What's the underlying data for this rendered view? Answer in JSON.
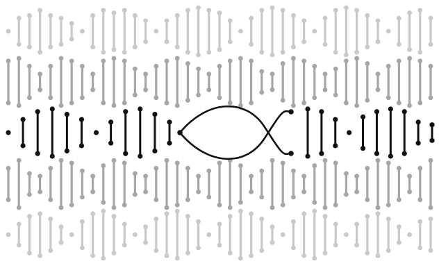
{
  "diagram": {
    "kind": "pattern-illustration",
    "colors": {
      "background": "#ffffff",
      "faint": "#c9c9c9",
      "medium": "#a6a6a6",
      "dark": "#111111"
    },
    "rows": [
      {
        "tone": "faint",
        "heights": [
          1,
          5,
          6,
          8,
          6,
          5,
          3,
          1,
          6,
          8,
          7,
          8,
          6,
          4,
          1,
          4,
          6,
          8,
          9,
          8,
          7,
          4,
          1,
          5,
          8,
          9,
          8,
          6,
          4,
          1,
          5,
          8,
          9,
          8,
          6,
          4,
          1,
          5,
          7,
          8,
          5,
          1
        ]
      },
      {
        "tone": "medium",
        "heights": [
          8,
          9,
          6,
          3,
          6,
          9,
          8,
          6,
          3,
          8,
          9,
          8,
          5,
          3,
          6,
          8,
          9,
          7,
          5,
          3,
          6,
          8,
          9,
          8,
          4,
          3,
          7,
          9,
          8,
          6,
          3,
          5,
          8,
          9,
          7,
          3,
          6,
          8,
          9,
          8,
          6,
          8
        ]
      },
      {
        "tone": "dark",
        "left_heights": [
          1,
          5,
          8,
          9,
          7,
          5,
          1,
          4,
          8,
          9,
          7,
          4
        ],
        "right_heights": [
          9,
          8,
          5,
          1,
          6,
          8,
          9,
          8,
          4,
          3
        ],
        "has_loop": true
      },
      {
        "tone": "medium",
        "heights": [
          6,
          9,
          4,
          3,
          6,
          9,
          8,
          5,
          3,
          7,
          9,
          8,
          4,
          3,
          6,
          9,
          8,
          6,
          3,
          5,
          8,
          9,
          7,
          3,
          5,
          9,
          8,
          5,
          3,
          7,
          9,
          8,
          4,
          3,
          6,
          9,
          8,
          6,
          3,
          6,
          9,
          8
        ]
      },
      {
        "tone": "faint",
        "heights": [
          1,
          4,
          7,
          8,
          6,
          3,
          1,
          5,
          8,
          9,
          7,
          4,
          1,
          3,
          6,
          8,
          9,
          7,
          5,
          1,
          4,
          7,
          9,
          8,
          6,
          3,
          1,
          5,
          8,
          9,
          7,
          4,
          1,
          4,
          7,
          8,
          6,
          3,
          1,
          5,
          6,
          4
        ]
      }
    ]
  }
}
